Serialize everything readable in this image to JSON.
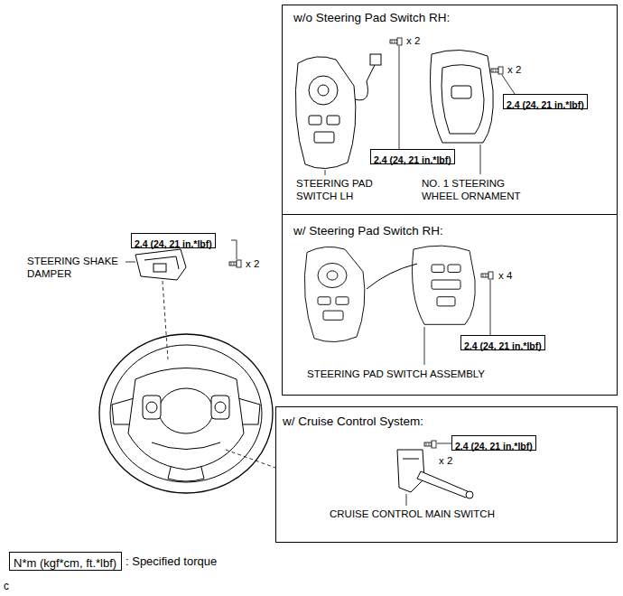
{
  "diagram": {
    "nodes": [
      {
        "text": [
          "w/o Steering Pad Switch RH:"
        ]
      },
      {
        "text": [
          "2.4 (24, 21 in.*lbf)"
        ],
        "in": 0
      },
      {
        "text": [
          "2.4 (24, 21 in.*lbf)"
        ],
        "in": 0
      },
      {
        "text": [
          "w/ Steering Pad Switch RH:"
        ]
      },
      {
        "text": [
          "2.4 (24, 21 in.*lbf)"
        ],
        "in": 3
      },
      {
        "text": [
          "2.4 (24, 21 in.*lbf)"
        ]
      },
      {
        "text": [
          "w/ Cruise Control System:"
        ]
      },
      {
        "text": [
          "2.4 (24, 21 in.*lbf)"
        ],
        "in": 6
      },
      {
        "text": [
          "N*m (kgf*cm, ft.*lbf)"
        ]
      }
    ],
    "labels": [
      "x 2",
      "x 2",
      "STEERING PAD SWITCH LH",
      "NO. 1 STEERING WHEEL ORNAMENT",
      "x 4",
      "STEERING PAD SWITCH ASSEMBLY",
      "STEERING SHAKE DAMPER",
      "x 2",
      "x 2",
      "CRUISE CONTROL MAIN SWITCH",
      ": Specified torque",
      "c"
    ]
  }
}
